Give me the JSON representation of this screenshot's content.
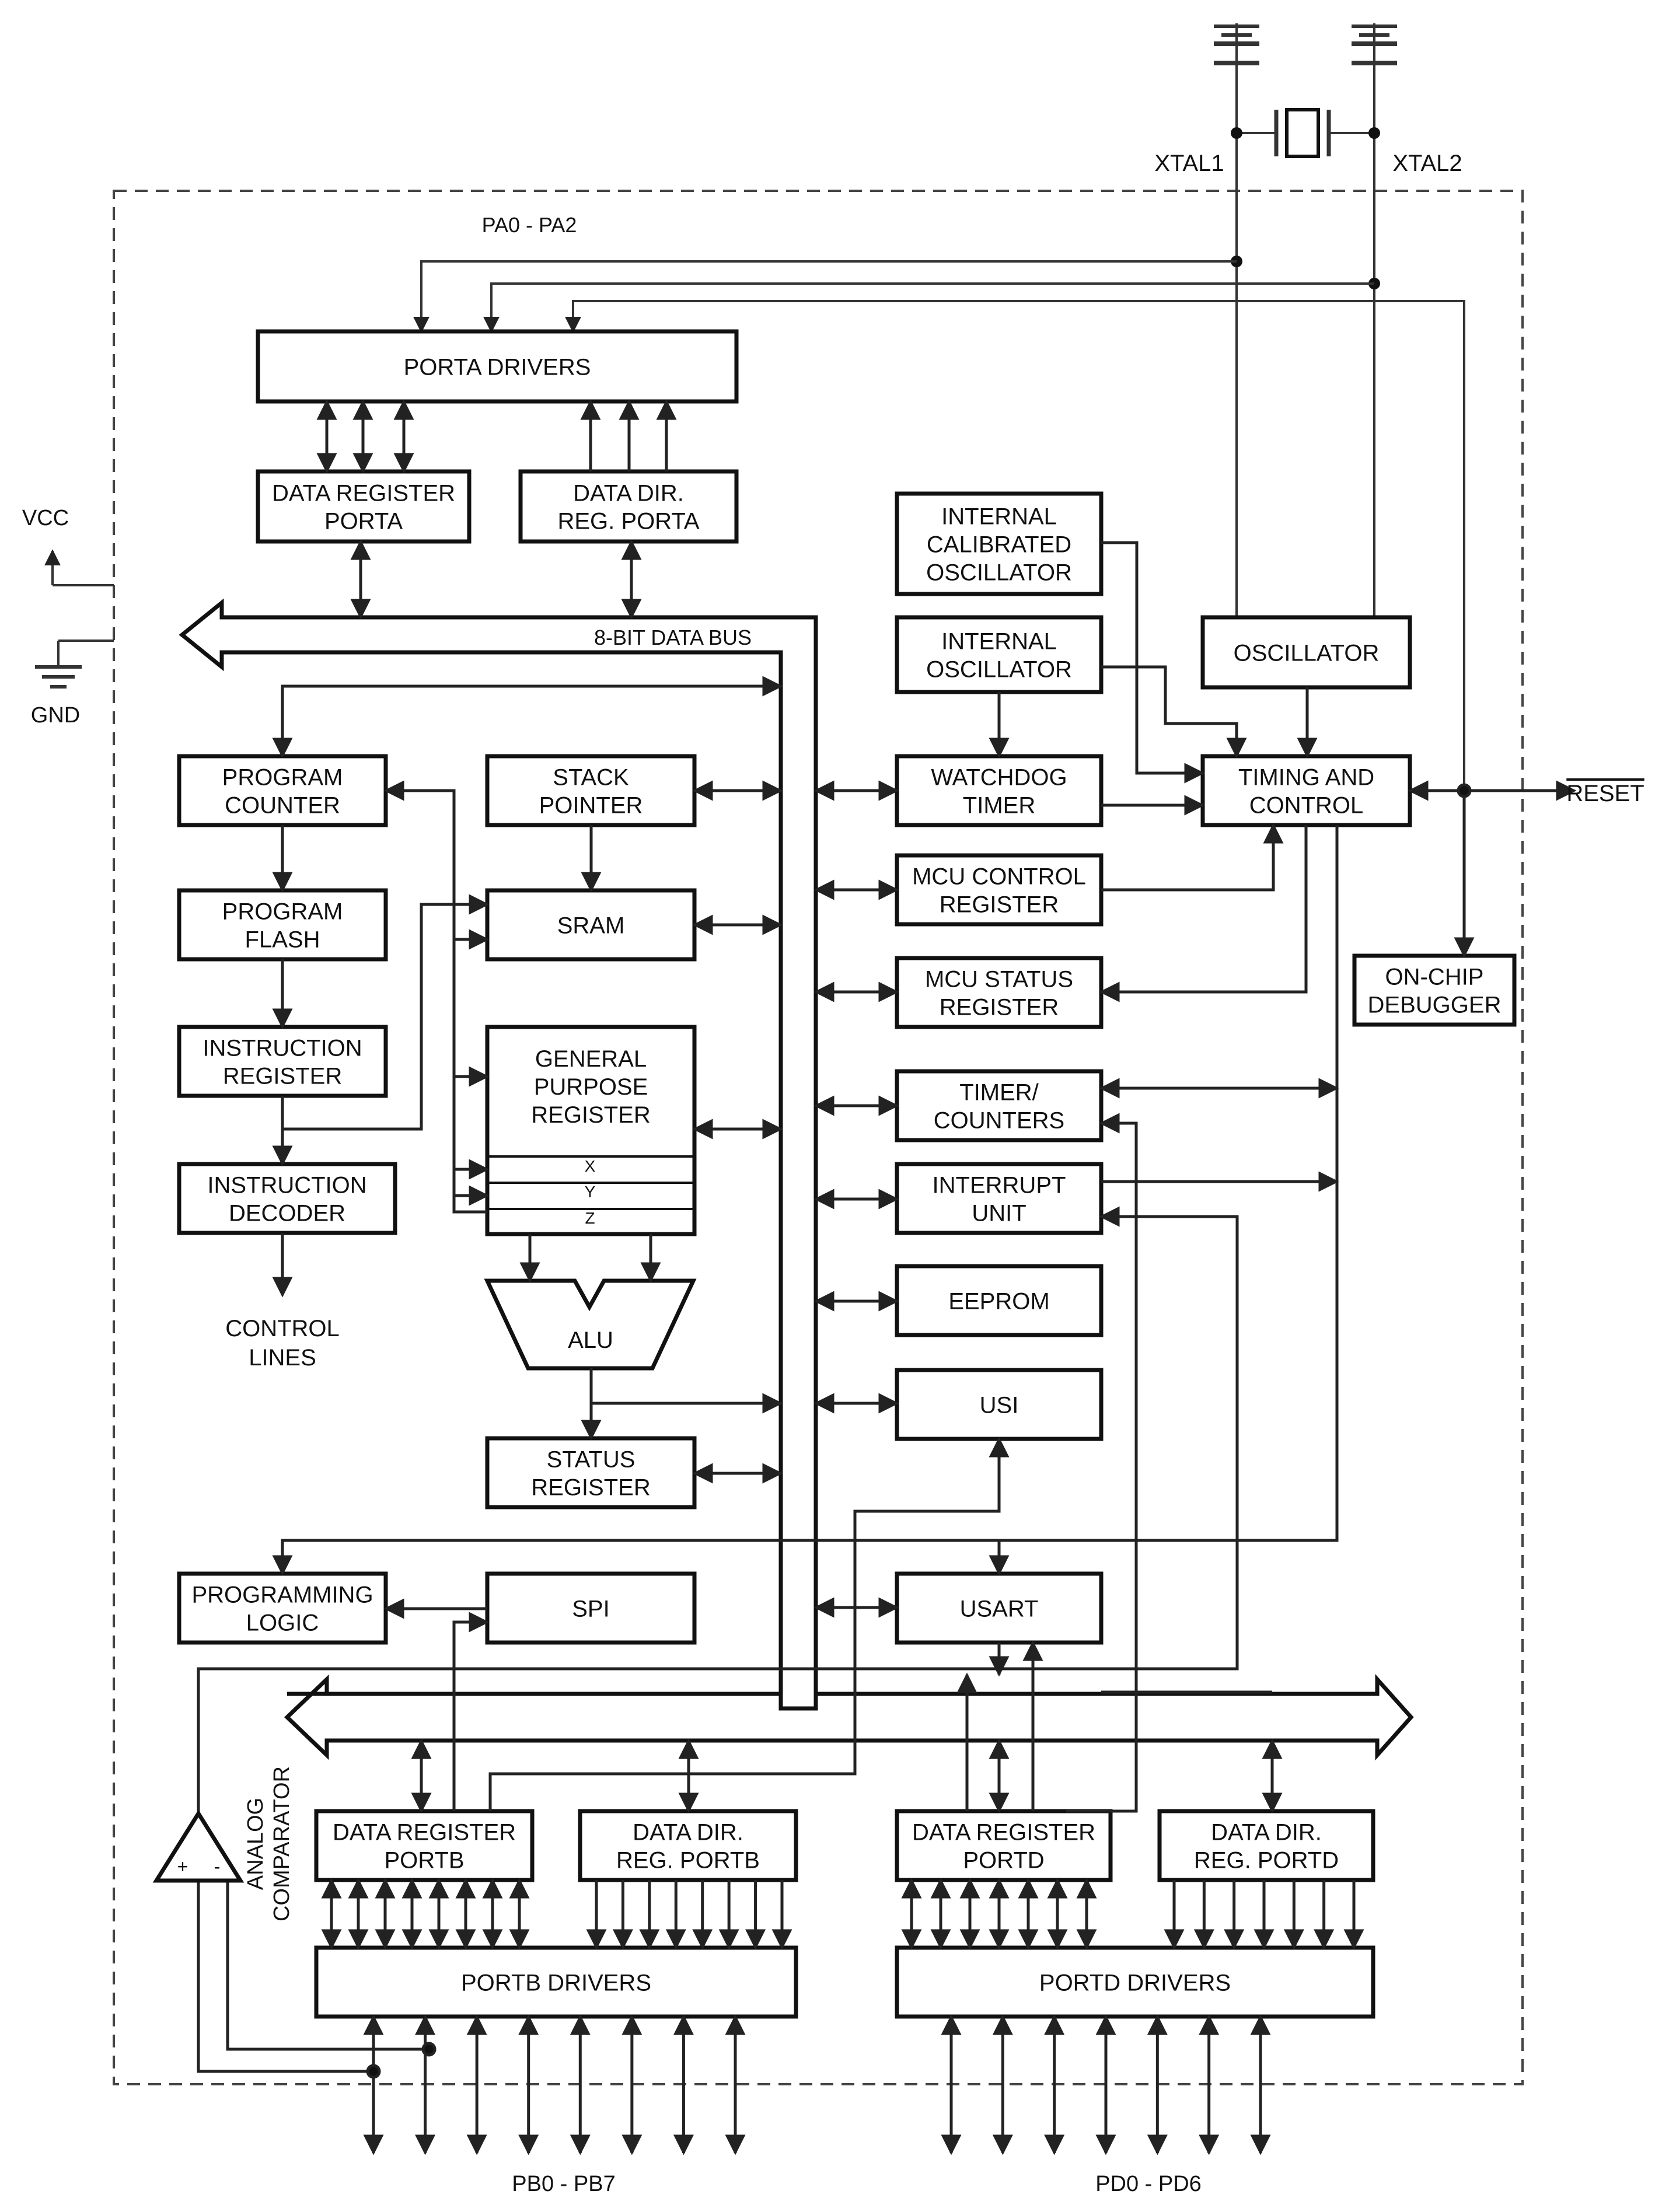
{
  "colors": {
    "line": "#333333",
    "box_stroke": "#111111",
    "background": "#ffffff"
  },
  "external_labels": {
    "xtal1": "XTAL1",
    "xtal2": "XTAL2",
    "pa_pins": "PA0 - PA2",
    "vcc": "VCC",
    "gnd": "GND",
    "reset": "RESET",
    "pb_pins": "PB0 - PB7",
    "pd_pins": "PD0 - PD6"
  },
  "bus_label": "8-BIT DATA BUS",
  "control_lines": [
    "CONTROL",
    "LINES"
  ],
  "analog_comparator": [
    "ANALOG",
    "COMPARATOR"
  ],
  "comparator_signs": {
    "plus": "+",
    "minus": "-"
  },
  "blocks": {
    "porta_drivers": [
      "PORTA DRIVERS"
    ],
    "data_register_porta": [
      "DATA REGISTER",
      "PORTA"
    ],
    "data_dir_porta": [
      "DATA DIR.",
      "REG. PORTA"
    ],
    "internal_calibrated_oscillator": [
      "INTERNAL",
      "CALIBRATED",
      "OSCILLATOR"
    ],
    "internal_oscillator": [
      "INTERNAL",
      "OSCILLATOR"
    ],
    "oscillator": [
      "OSCILLATOR"
    ],
    "program_counter": [
      "PROGRAM",
      "COUNTER"
    ],
    "stack_pointer": [
      "STACK",
      "POINTER"
    ],
    "watchdog_timer": [
      "WATCHDOG",
      "TIMER"
    ],
    "timing_and_control": [
      "TIMING AND",
      "CONTROL"
    ],
    "program_flash": [
      "PROGRAM",
      "FLASH"
    ],
    "sram": [
      "SRAM"
    ],
    "mcu_control_register": [
      "MCU CONTROL",
      "REGISTER"
    ],
    "mcu_status_register": [
      "MCU STATUS",
      "REGISTER"
    ],
    "on_chip_debugger": [
      "ON-CHIP",
      "DEBUGGER"
    ],
    "instruction_register": [
      "INSTRUCTION",
      "REGISTER"
    ],
    "general_purpose_register": [
      "GENERAL",
      "PURPOSE",
      "REGISTER"
    ],
    "timer_counters": [
      "TIMER/",
      "COUNTERS"
    ],
    "instruction_decoder": [
      "INSTRUCTION",
      "DECODER"
    ],
    "interrupt_unit": [
      "INTERRUPT",
      "UNIT"
    ],
    "eeprom": [
      "EEPROM"
    ],
    "alu": [
      "ALU"
    ],
    "usi": [
      "USI"
    ],
    "status_register": [
      "STATUS",
      "REGISTER"
    ],
    "programming_logic": [
      "PROGRAMMING",
      "LOGIC"
    ],
    "spi": [
      "SPI"
    ],
    "usart": [
      "USART"
    ],
    "data_register_portb": [
      "DATA REGISTER",
      "PORTB"
    ],
    "data_dir_portb": [
      "DATA DIR.",
      "REG. PORTB"
    ],
    "data_register_portd": [
      "DATA REGISTER",
      "PORTD"
    ],
    "data_dir_portd": [
      "DATA DIR.",
      "REG. PORTD"
    ],
    "portb_drivers": [
      "PORTB DRIVERS"
    ],
    "portd_drivers": [
      "PORTD DRIVERS"
    ]
  },
  "xyz_rows": [
    "X",
    "Y",
    "Z"
  ]
}
